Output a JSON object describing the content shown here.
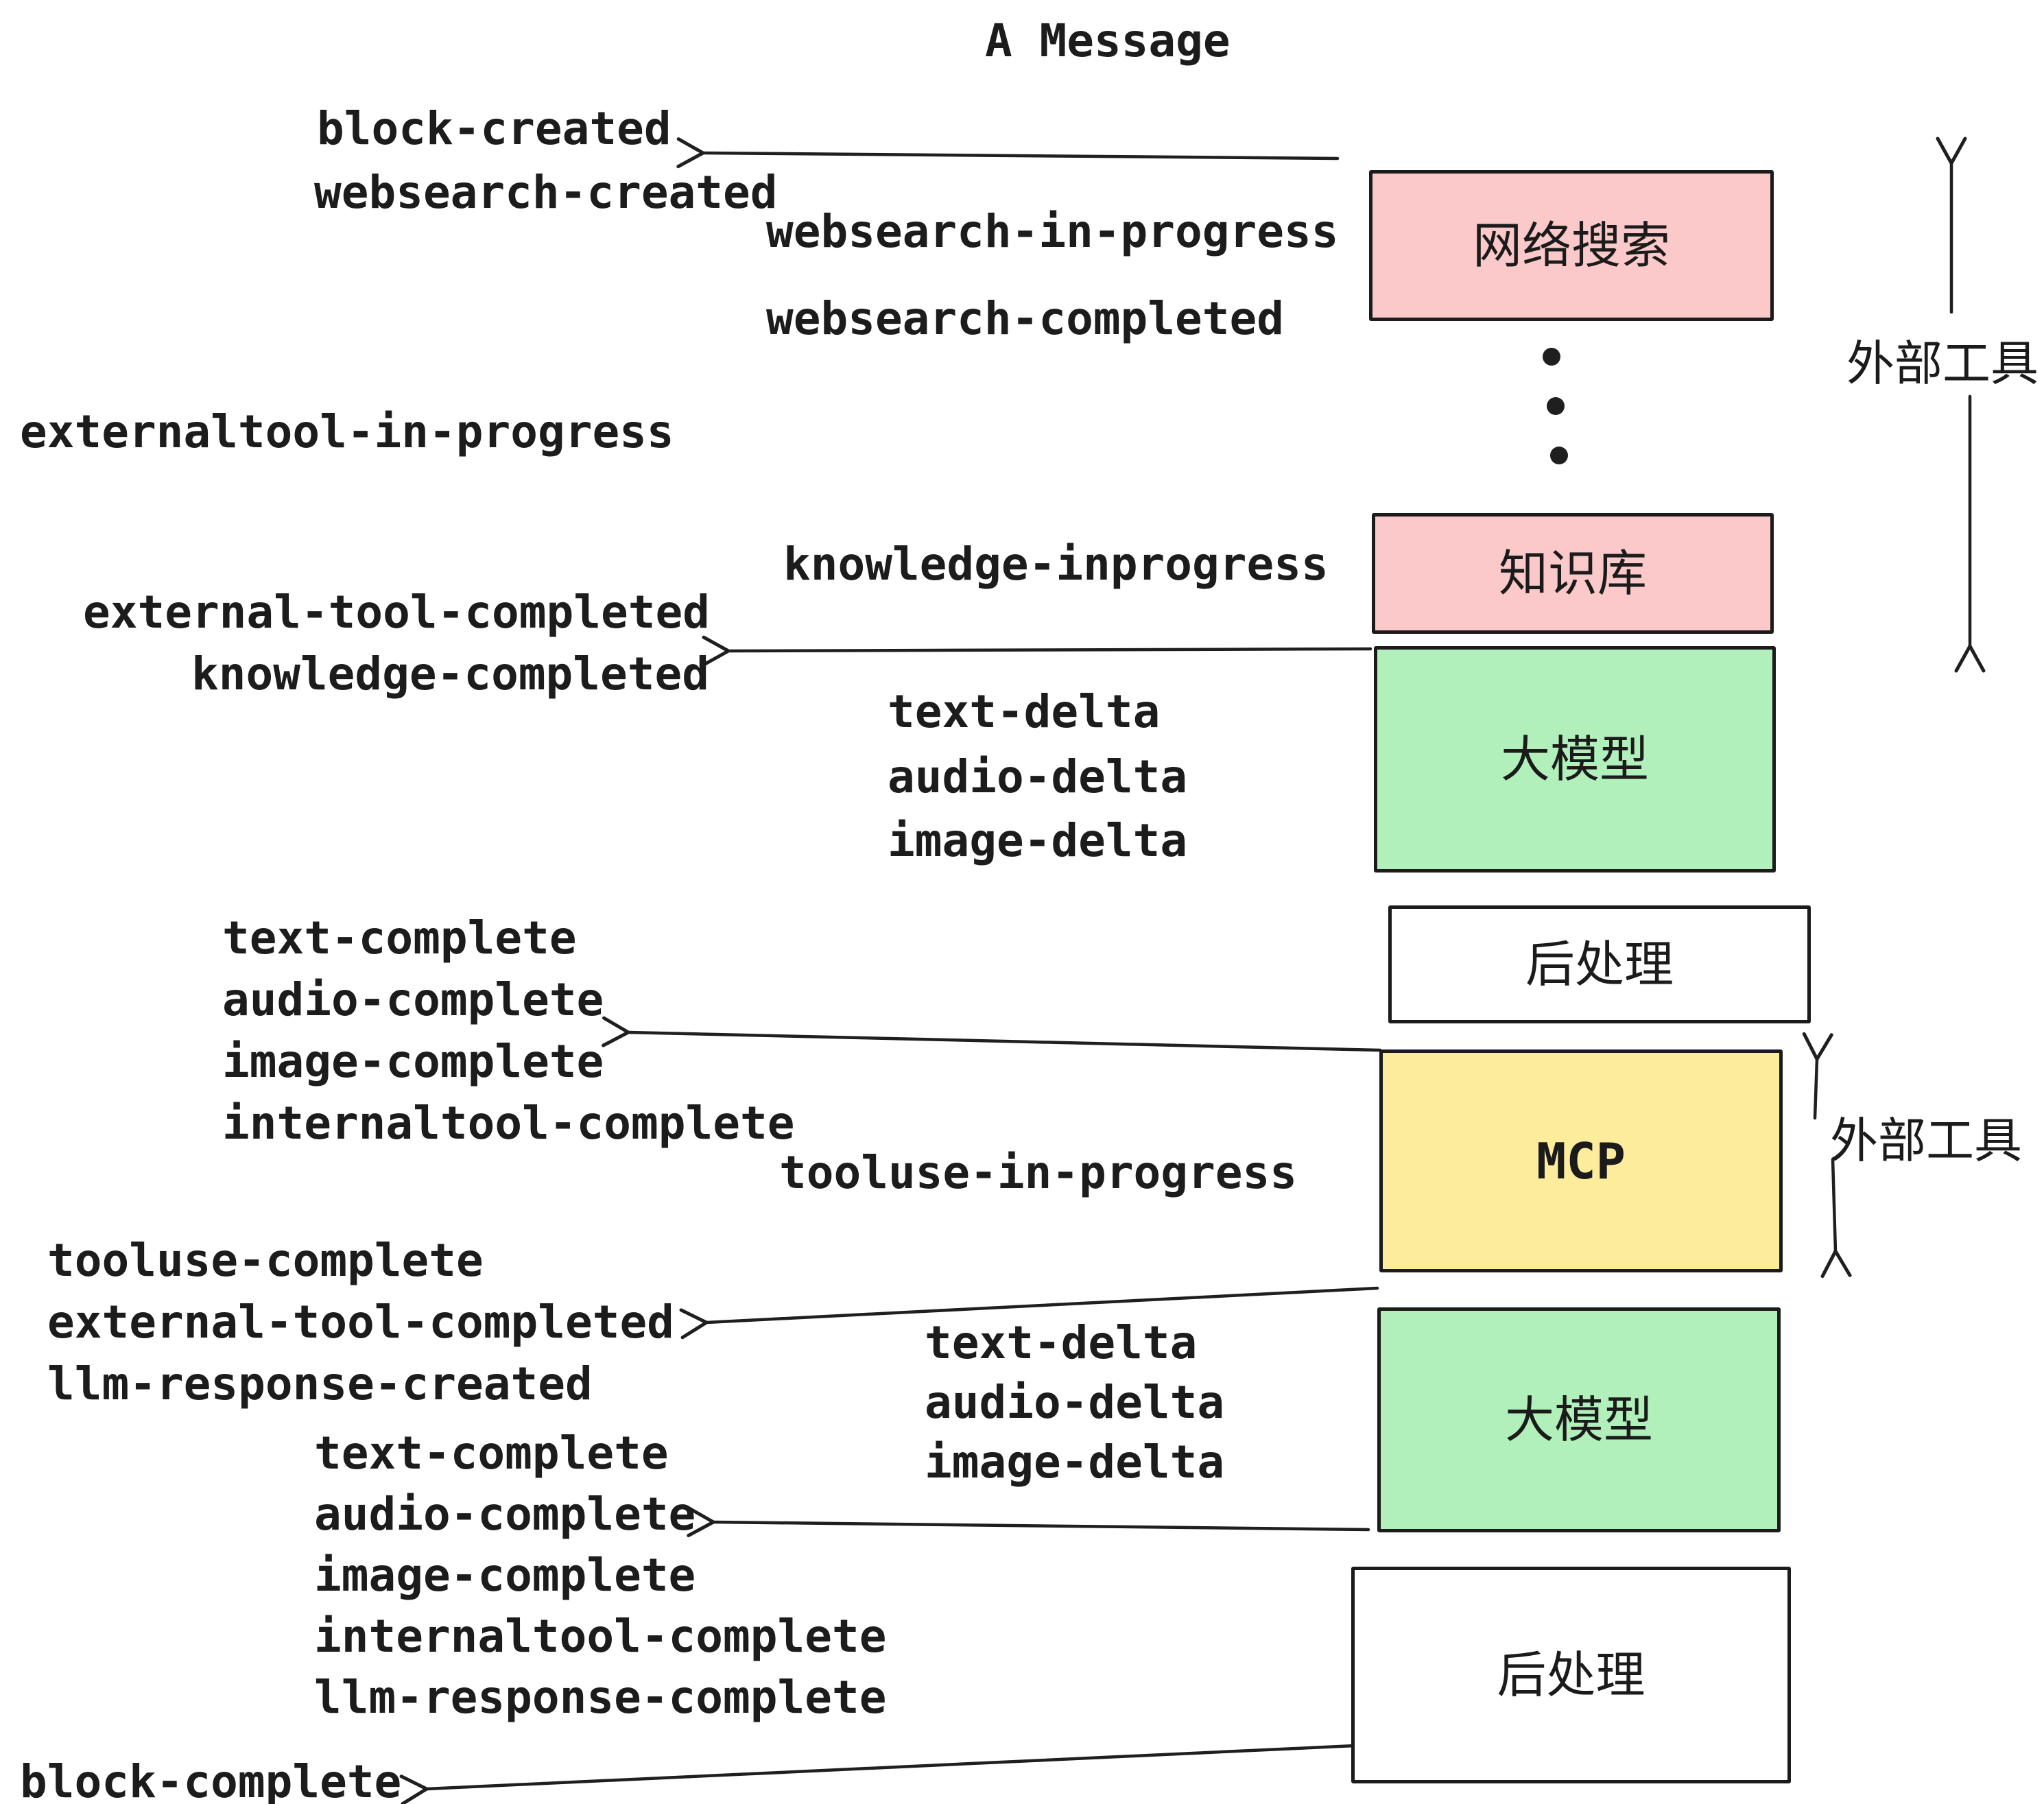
{
  "title": "A Message",
  "colors": {
    "ink": "#1f1f1f",
    "box_border": "#1b1b1b",
    "pink": "#fbc9c9",
    "green": "#b2f0bb",
    "yellow": "#fdec9b",
    "white": "#ffffff"
  },
  "boxes": [
    {
      "label": "网络搜索",
      "fill": "#fbc9c9"
    },
    {
      "label": "知识库",
      "fill": "#fbc9c9"
    },
    {
      "label": "大模型",
      "fill": "#b2f0bb"
    },
    {
      "label": "后处理",
      "fill": "#ffffff"
    },
    {
      "label": "MCP",
      "fill": "#fdec9b"
    },
    {
      "label": "大模型",
      "fill": "#b2f0bb"
    },
    {
      "label": "后处理",
      "fill": "#ffffff"
    }
  ],
  "side_labels": [
    {
      "text": "外部工具"
    },
    {
      "text": "外部工具"
    }
  ],
  "events": [
    {
      "text": "block-created"
    },
    {
      "text": "websearch-created"
    },
    {
      "text": "websearch-in-progress"
    },
    {
      "text": "websearch-completed"
    },
    {
      "text": "externaltool-in-progress"
    },
    {
      "text": "knowledge-inprogress"
    },
    {
      "text": "external-tool-completed"
    },
    {
      "text": "knowledge-completed"
    },
    {
      "text": "text-delta"
    },
    {
      "text": "audio-delta"
    },
    {
      "text": "image-delta"
    },
    {
      "text": "text-complete"
    },
    {
      "text": "audio-complete"
    },
    {
      "text": "image-complete"
    },
    {
      "text": "internaltool-complete"
    },
    {
      "text": "tooluse-in-progress"
    },
    {
      "text": "tooluse-complete"
    },
    {
      "text": "external-tool-completed"
    },
    {
      "text": "llm-response-created"
    },
    {
      "text": "text-complete"
    },
    {
      "text": "audio-complete"
    },
    {
      "text": "image-complete"
    },
    {
      "text": "internaltool-complete"
    },
    {
      "text": "llm-response-complete"
    },
    {
      "text": "text-delta"
    },
    {
      "text": "audio-delta"
    },
    {
      "text": "image-delta"
    },
    {
      "text": "block-complete"
    }
  ]
}
